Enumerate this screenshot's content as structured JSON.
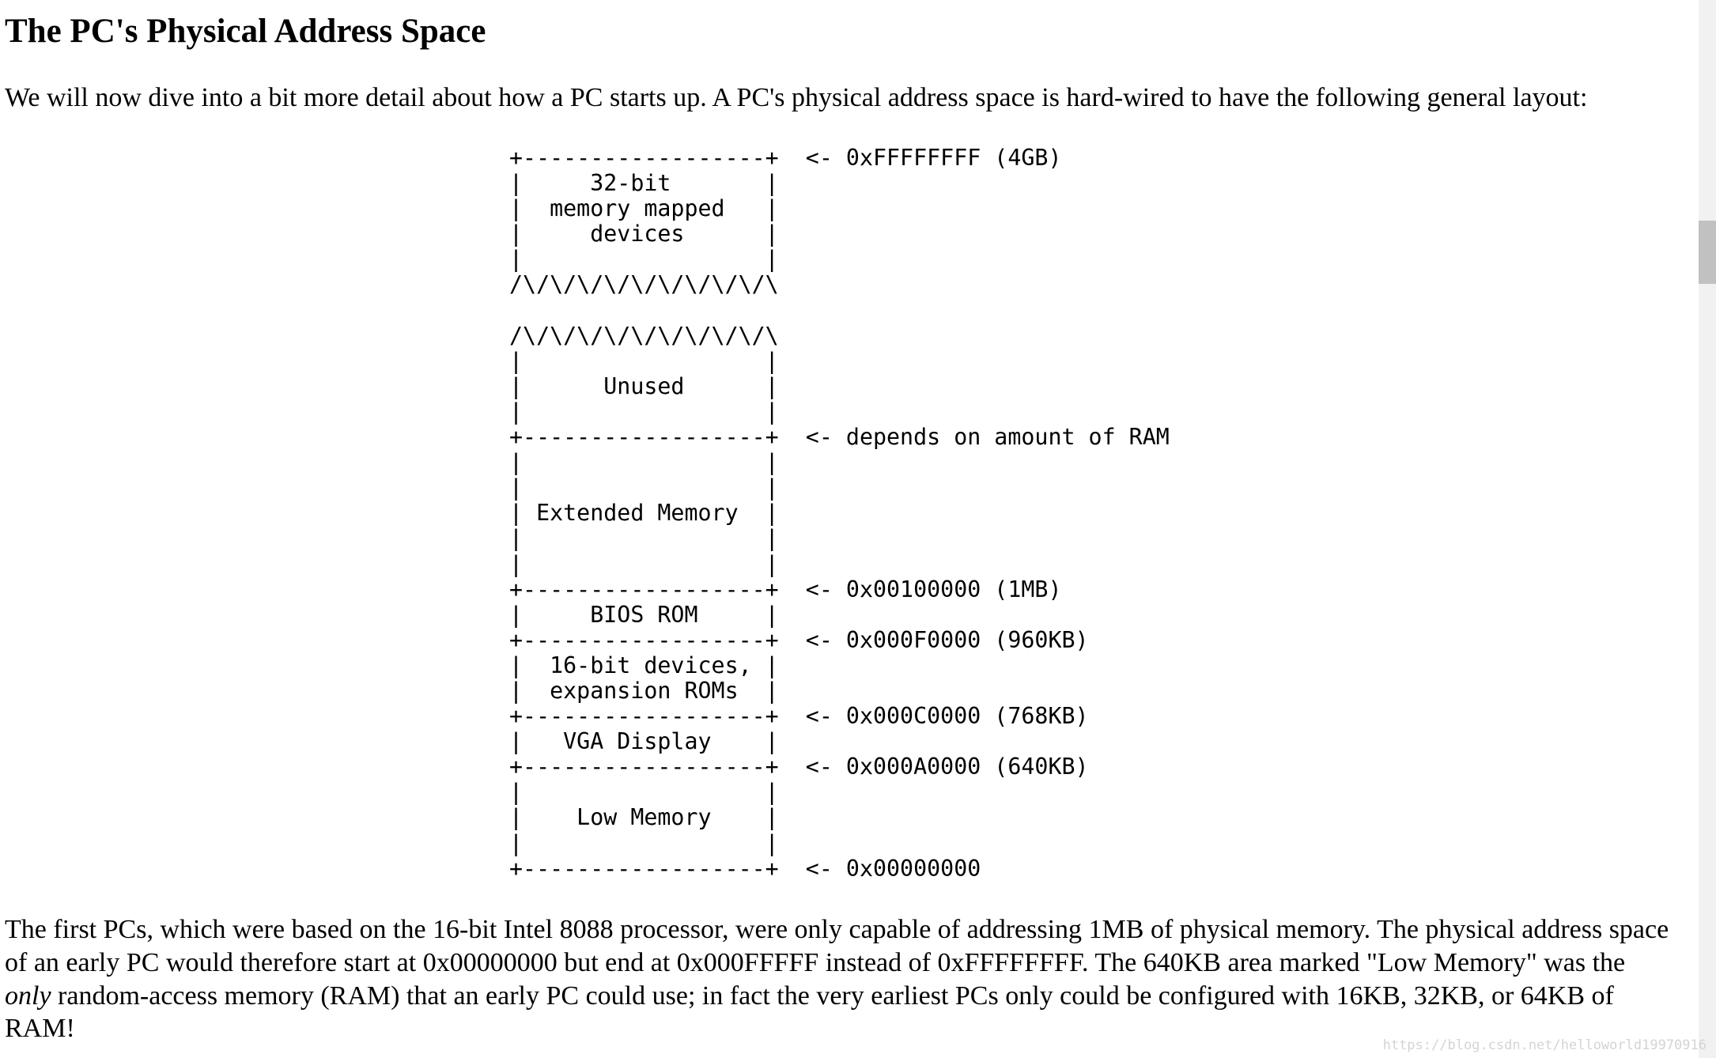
{
  "title": "The PC's Physical Address Space",
  "intro": "We will now dive into a bit more detail about how a PC starts up. A PC's physical address space is hard-wired to have the following general layout:",
  "diagram_lines": [
    "+------------------+  <- 0xFFFFFFFF (4GB)",
    "|     32-bit       |",
    "|  memory mapped   |",
    "|     devices      |",
    "|                  |",
    "/\\/\\/\\/\\/\\/\\/\\/\\/\\/\\",
    "",
    "/\\/\\/\\/\\/\\/\\/\\/\\/\\/\\",
    "|                  |",
    "|      Unused      |",
    "|                  |",
    "+------------------+  <- depends on amount of RAM",
    "|                  |",
    "|                  |",
    "| Extended Memory  |",
    "|                  |",
    "|                  |",
    "+------------------+  <- 0x00100000 (1MB)",
    "|     BIOS ROM     |",
    "+------------------+  <- 0x000F0000 (960KB)",
    "|  16-bit devices, |",
    "|  expansion ROMs  |",
    "+------------------+  <- 0x000C0000 (768KB)",
    "|   VGA Display    |",
    "+------------------+  <- 0x000A0000 (640KB)",
    "|                  |",
    "|    Low Memory    |",
    "|                  |",
    "+------------------+  <- 0x00000000"
  ],
  "after": {
    "before_em": "The first PCs, which were based on the 16-bit Intel 8088 processor, were only capable of addressing 1MB of physical memory. The physical address space of an early PC would therefore start at 0x00000000 but end at 0x000FFFFF instead of 0xFFFFFFFF. The 640KB area marked \"Low Memory\" was the ",
    "em": "only",
    "after_em": " random-access memory (RAM) that an early PC could use; in fact the very earliest PCs only could be configured with 16KB, 32KB, or 64KB of RAM!"
  },
  "watermark": "https://blog.csdn.net/helloworld19970916"
}
